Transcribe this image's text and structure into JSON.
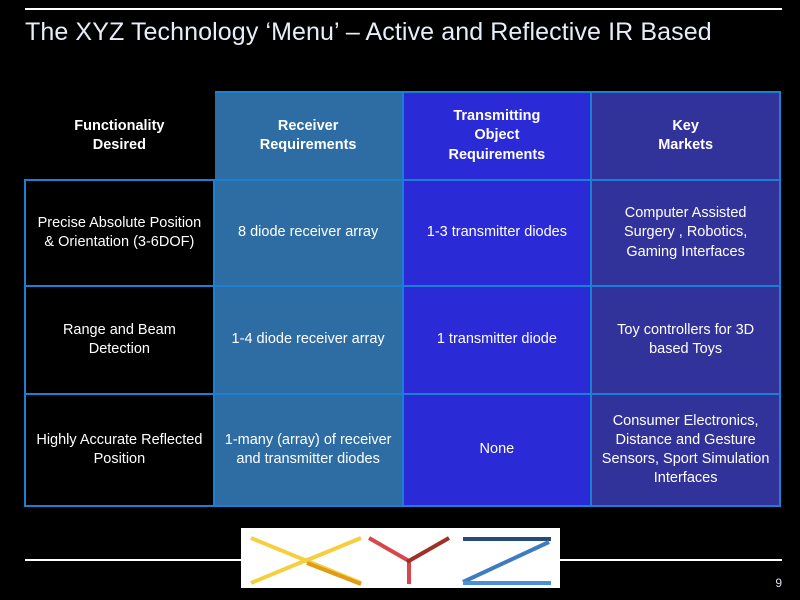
{
  "slide": {
    "title": "The XYZ Technology ‘Menu’ – Active and Reflective IR Based",
    "page_number": "9"
  },
  "table": {
    "headers": [
      "Functionality\nDesired",
      "Receiver\nRequirements",
      "Transmitting\nObject\nRequirements",
      "Key\nMarkets"
    ],
    "header_labels": {
      "functionality": "Functionality Desired",
      "receiver": "Receiver Requirements",
      "transmitting": "Transmitting Object Requirements",
      "markets": "Key Markets"
    },
    "rows": [
      {
        "functionality": "Precise Absolute Position & Orientation (3-6DOF)",
        "receiver": "8 diode receiver array",
        "transmitting": "1-3 transmitter diodes",
        "markets": "Computer Assisted Surgery , Robotics, Gaming Interfaces"
      },
      {
        "functionality": "Range and Beam Detection",
        "receiver": "1-4 diode receiver array",
        "transmitting": "1 transmitter diode",
        "markets": "Toy controllers for 3D based Toys"
      },
      {
        "functionality": "Highly Accurate Reflected Position",
        "receiver": "1-many (array) of receiver and transmitter diodes",
        "transmitting": "None",
        "markets": "Consumer Electronics, Distance and Gesture Sensors, Sport Simulation Interfaces"
      }
    ]
  },
  "logo": {
    "name": "xyz-logo",
    "colors": {
      "x_bright": "#f4d03f",
      "x_dark": "#e09b18",
      "y_red": "#d8454a",
      "y_dark_red": "#9e3126",
      "z_navy": "#274b79",
      "z_mid": "#3d7cc0",
      "z_light": "#4a90d9"
    }
  },
  "colors": {
    "background": "#000000",
    "rule": "#ffffff",
    "border": "#1b7fd4",
    "col_receiver": "#2e6da4",
    "col_transmitting": "#2a2ad6",
    "col_markets": "#32329b",
    "title_text": "#e8eef7"
  }
}
